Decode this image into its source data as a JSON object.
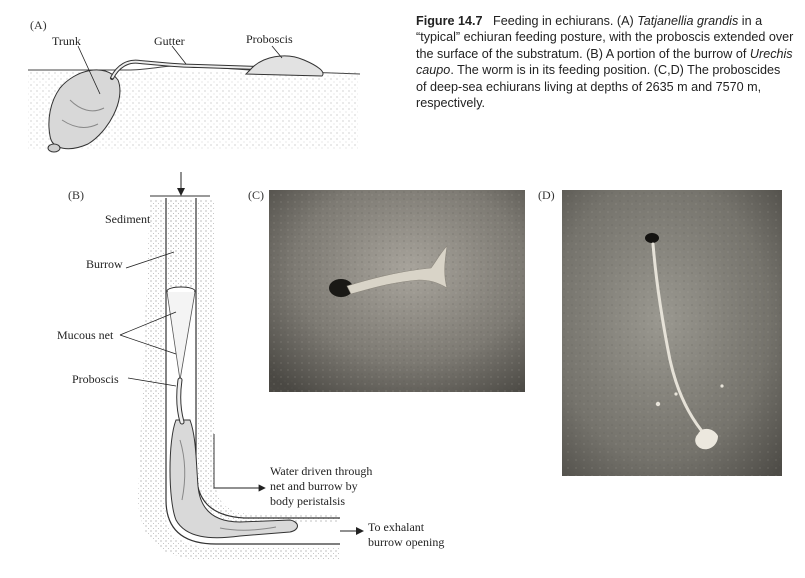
{
  "caption": {
    "figure_label": "Figure 14.7",
    "text_1": "Feeding in echiurans. (A) ",
    "species_1": "Tatjanellia grandis",
    "text_2": " in a “typical” echiuran feeding posture, with the proboscis extended over the surface of the substratum. (B) A portion of the burrow of ",
    "species_2": "Urechis caupo",
    "text_3": ". The worm is in its feeding position. (C,D) The proboscides of deep-sea echiurans living at depths of 2635 m and 7570 m, respectively."
  },
  "panel_a": {
    "letter": "(A)",
    "labels": {
      "trunk": "Trunk",
      "gutter": "Gutter",
      "proboscis": "Proboscis"
    }
  },
  "panel_b": {
    "letter": "(B)",
    "labels": {
      "sediment": "Sediment",
      "burrow": "Burrow",
      "mucous_net": "Mucous net",
      "proboscis": "Proboscis",
      "water_line1": "Water driven through",
      "water_line2": "net and burrow by",
      "water_line3": "body peristalsis",
      "exhalant_line1": "To exhalant",
      "exhalant_line2": "burrow opening"
    }
  },
  "panel_c": {
    "letter": "(C)"
  },
  "panel_d": {
    "letter": "(D)"
  }
}
